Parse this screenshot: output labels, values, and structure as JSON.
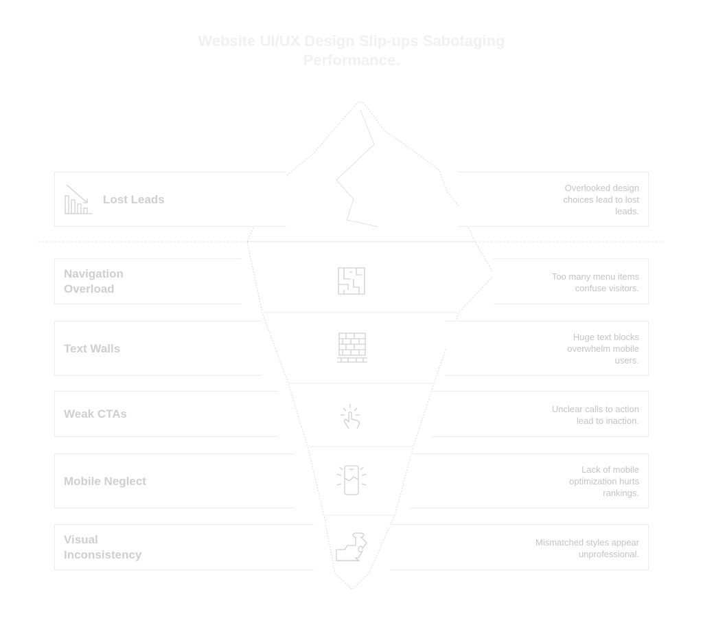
{
  "title": "Website UI/UX Design Slip-ups Sabotaging Performance.",
  "layers": [
    {
      "label": "Lost Leads",
      "description": "Overlooked design choices lead to lost leads.",
      "icon": "declining-bar-chart-icon"
    },
    {
      "label": "Navigation Overload",
      "description": "Too many menu items confuse visitors.",
      "icon": "maze-icon"
    },
    {
      "label": "Text Walls",
      "description": "Huge text blocks overwhelm mobile users.",
      "icon": "brick-wall-icon"
    },
    {
      "label": "Weak CTAs",
      "description": "Unclear calls to action lead to inaction.",
      "icon": "tap-hand-icon"
    },
    {
      "label": "Mobile Neglect",
      "description": "Lack of mobile optimization hurts rankings.",
      "icon": "broken-phone-icon"
    },
    {
      "label": "Visual Inconsistency",
      "description": "Mismatched styles appear unprofessional.",
      "icon": "puzzle-piece-icon"
    }
  ],
  "colors": {
    "title": "#f1f1f1",
    "label": "#cfcfcf",
    "description": "#c4c4c4",
    "outline": "#dadada",
    "card_border": "#ececec"
  }
}
